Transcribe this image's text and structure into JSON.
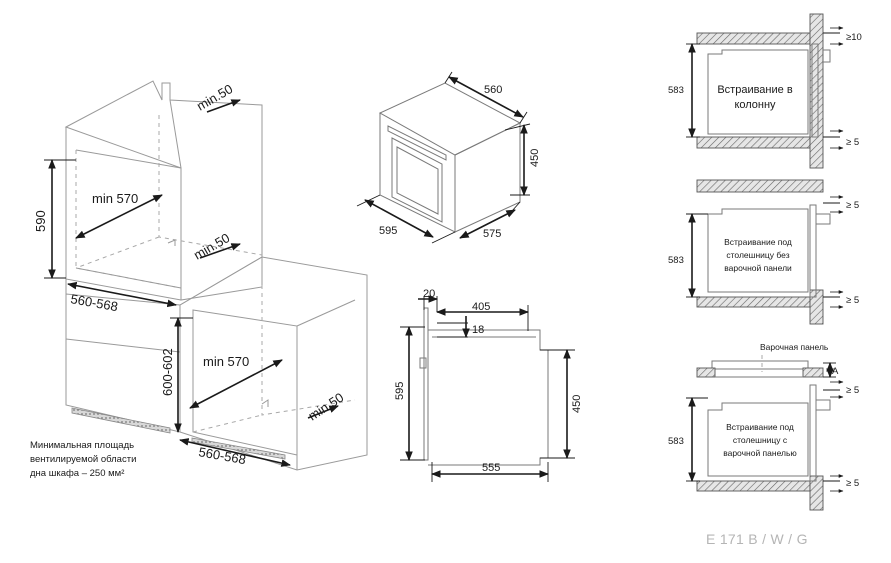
{
  "installation_3d": {
    "upper": {
      "gap_top": "min.50",
      "depth": "min 570",
      "height": "590",
      "width": "560-568",
      "gap_rear": "min.50"
    },
    "lower": {
      "height": "600-602",
      "depth": "min 570",
      "width": "560-568",
      "gap_rear": "min.50"
    },
    "ventilation_note": [
      "Минимальная площадь",
      "вентилируемой области",
      "дна шкафа – 250 мм²"
    ]
  },
  "oven_iso": {
    "depth": "560",
    "height": "450",
    "width": "595",
    "side_depth": "575"
  },
  "oven_side": {
    "panel": "20",
    "body_depth": "405",
    "offset": "18",
    "total_height": "595",
    "cavity_height": "450",
    "bottom_depth": "555"
  },
  "install_types": [
    {
      "label": [
        "Встраивание в",
        "колонну"
      ],
      "height": "583",
      "top_gap": "≥10",
      "bottom_gap": "≥ 5"
    },
    {
      "label": [
        "Встраивание под",
        "столешницу без",
        "варочной панели"
      ],
      "height": "583",
      "top_gap": "≥ 5",
      "bottom_gap": "≥ 5"
    },
    {
      "label": [
        "Встраивание под",
        "столешницу с",
        "варочной панелью"
      ],
      "height": "583",
      "hob_label": "Варочная панель",
      "hob_gap": "A",
      "top_gap": "≥ 5",
      "bottom_gap": "≥ 5"
    }
  ],
  "model": "E 171 B / W / G"
}
